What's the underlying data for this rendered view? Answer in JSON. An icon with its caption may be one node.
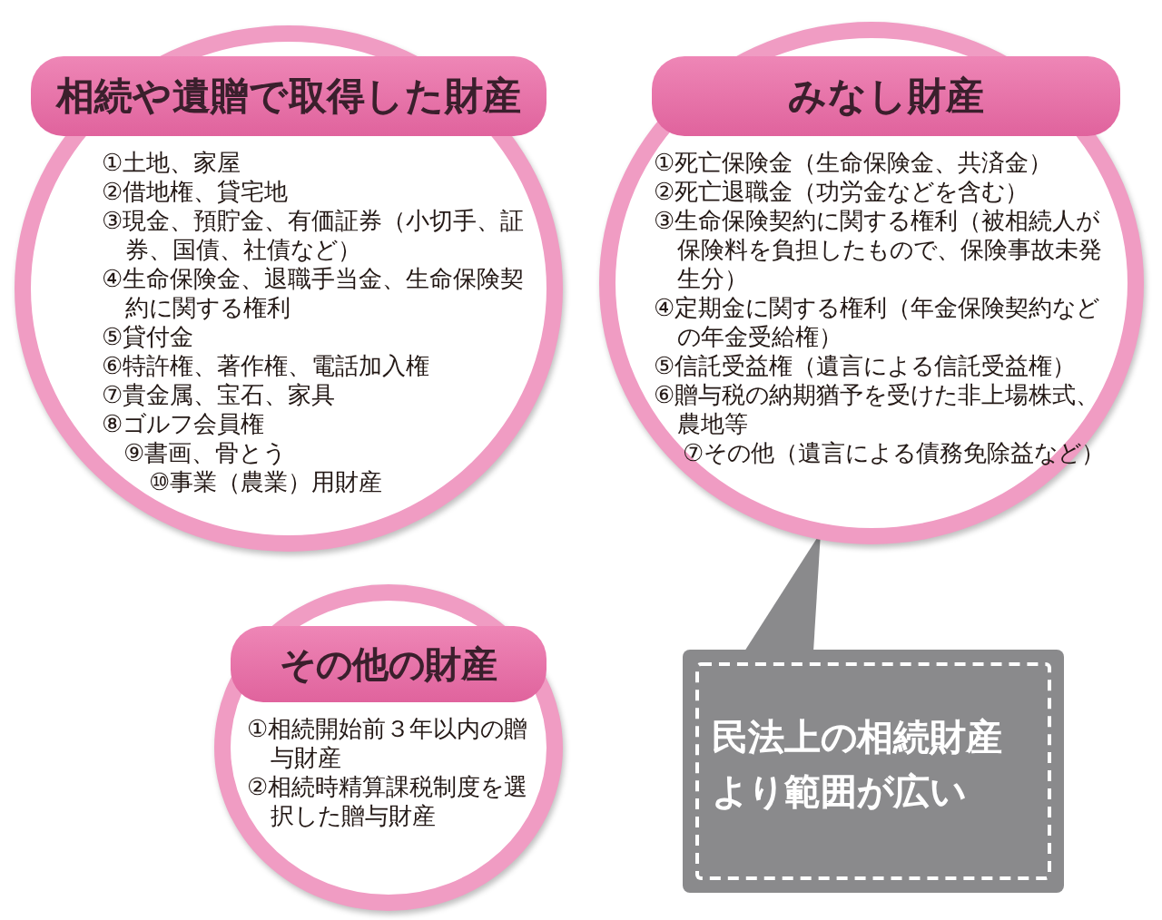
{
  "diagram": {
    "nodes": [
      {
        "text": [
          "相続や遺贈で取得した財産",
          "①土地、家屋",
          "②借地権、貸宅地",
          "③現金、預貯金、有価証券（小切手、証券、国債、社債など）",
          "④生命保険金、退職手当金、生命保険契約に関する権利",
          "⑤貸付金",
          "⑥特許権、著作権、電話加入権",
          "⑦貴金属、宝石、家具",
          "⑧ゴルフ会員権",
          "⑨書画、骨とう",
          "⑩事業（農業）用財産"
        ]
      },
      {
        "text": [
          "みなし財産",
          "①死亡保険金（生命保険金、共済金）",
          "②死亡退職金（功労金などを含む）",
          "③生命保険契約に関する権利（被相続人が保険料を負担したもので、保険事故未発生分）",
          "④定期金に関する権利（年金保険契約などの年金受給権）",
          "⑤信託受益権（遺言による信託受益権）",
          "⑥贈与税の納期猶予を受けた非上場株式、農地等",
          "⑦その他（遺言による債務免除益など）"
        ]
      },
      {
        "text": [
          "その他の財産",
          "①相続開始前３年以内の贈与財産",
          "②相続時精算課税制度を選択した贈与財産"
        ]
      },
      {
        "text": [
          "民法上の相続財産より範囲が広い"
        ]
      }
    ],
    "edges": [
      {
        "from": 3,
        "to": 1,
        "arrow": "to"
      }
    ]
  }
}
